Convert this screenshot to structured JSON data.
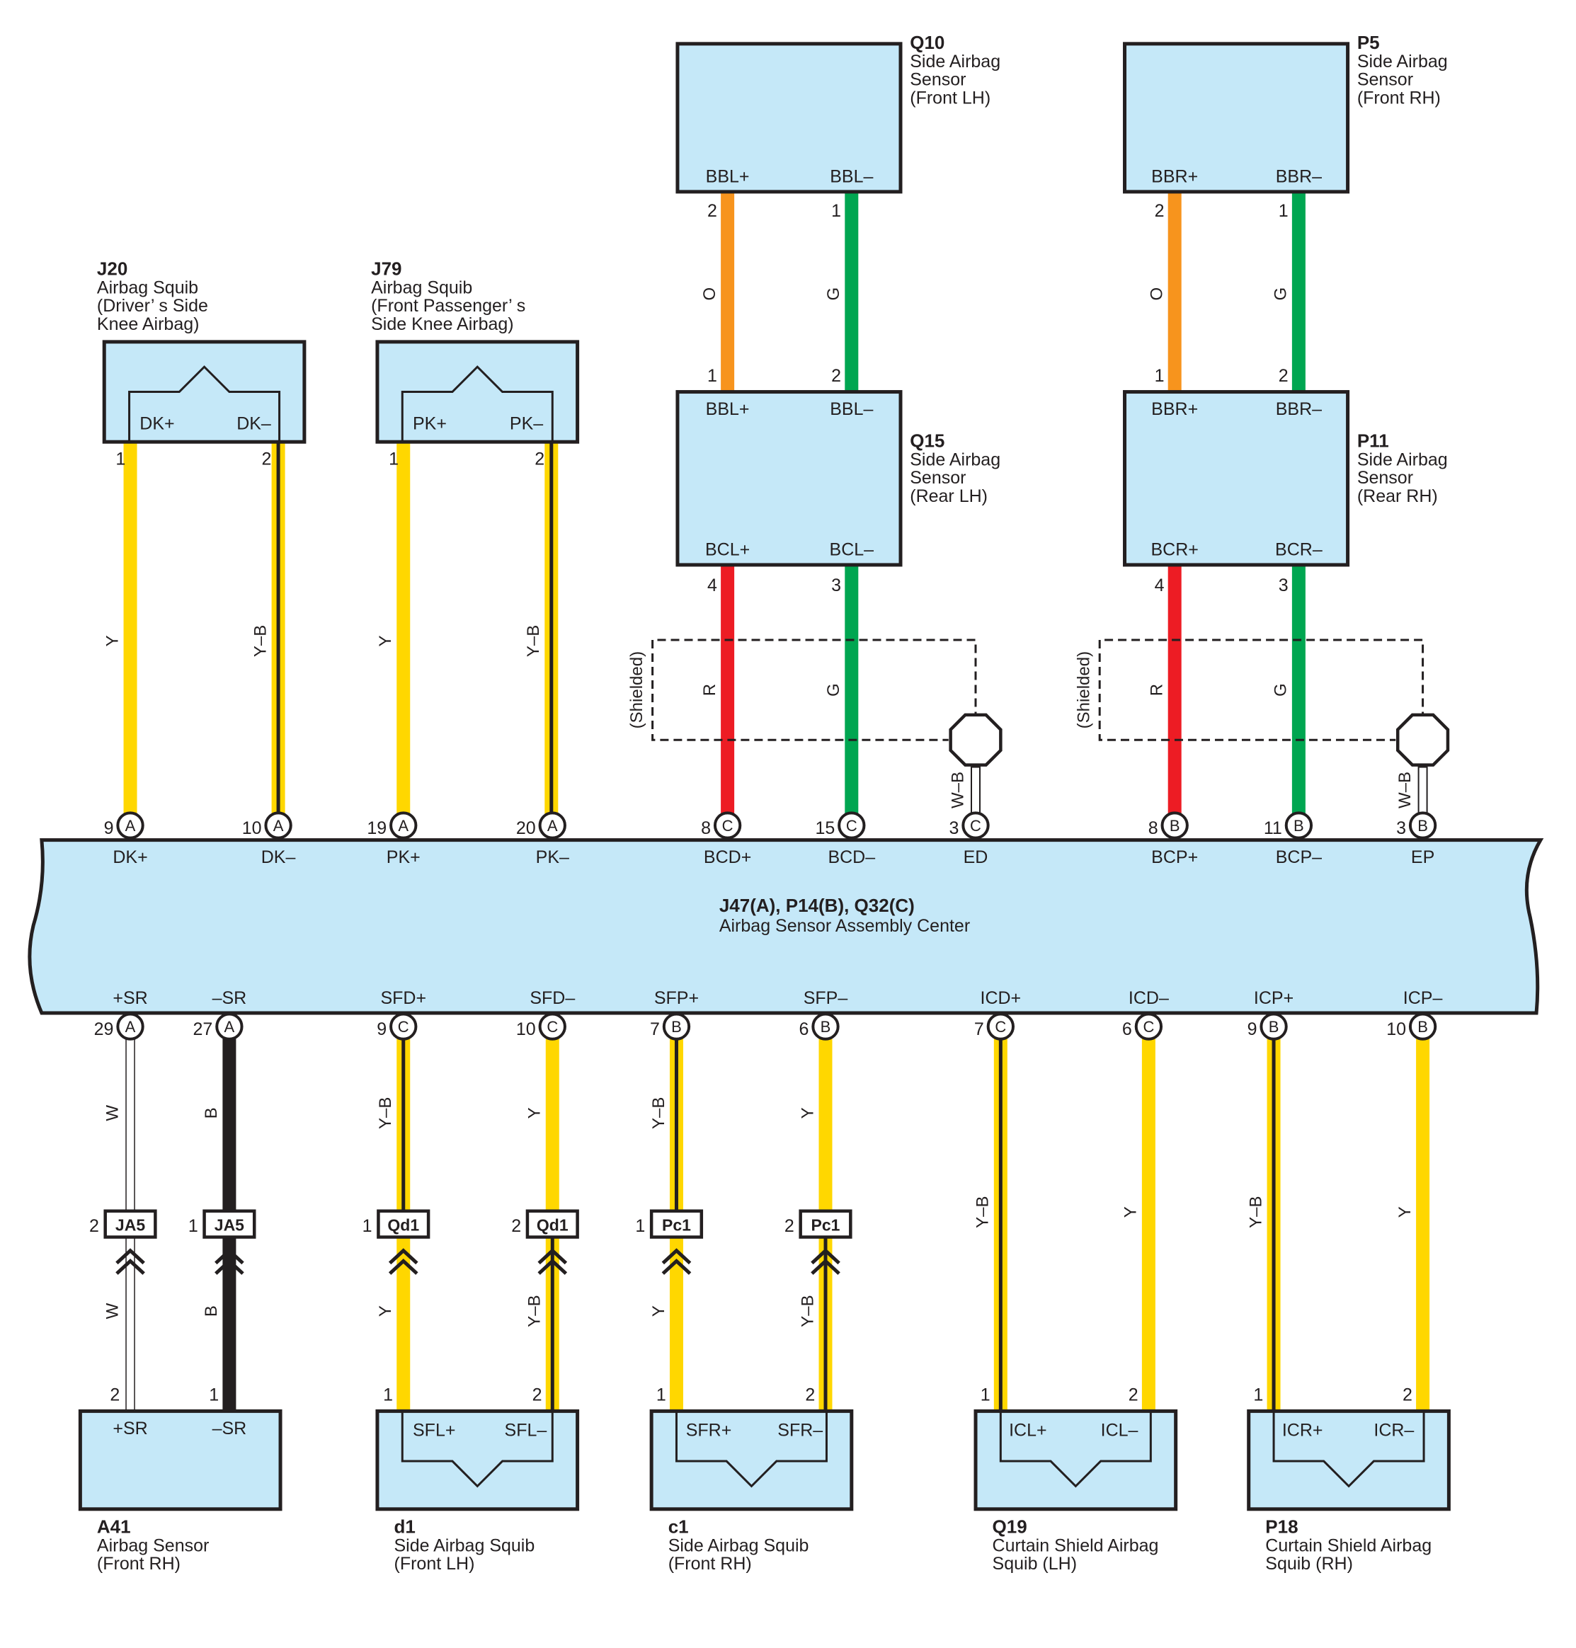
{
  "colors": {
    "Y": "#ffd700",
    "B": "#231f20",
    "W": "#ffffff",
    "O": "#f7941d",
    "G": "#00a651",
    "R": "#ed1c24",
    "block_fill": "#c5e8f8",
    "outline": "#231f20"
  },
  "center_unit": {
    "id": "J47(A), P14(B), Q32(C)",
    "name": "Airbag Sensor Assembly Center"
  },
  "connectors": {
    "J20": {
      "id": "J20",
      "desc": [
        "Airbag Squib",
        "(Driver’ s Side",
        " Knee Airbag)"
      ],
      "terminals": [
        "DK+",
        "DK–"
      ]
    },
    "J79": {
      "id": "J79",
      "desc": [
        "Airbag Squib",
        "(Front Passenger’ s",
        " Side Knee Airbag)"
      ],
      "terminals": [
        "PK+",
        "PK–"
      ]
    },
    "Q10": {
      "id": "Q10",
      "desc": [
        "Side Airbag",
        "Sensor",
        "(Front LH)"
      ],
      "terminals": [
        "BBL+",
        "BBL–"
      ]
    },
    "P5": {
      "id": "P5",
      "desc": [
        "Side Airbag",
        "Sensor",
        "(Front RH)"
      ],
      "terminals": [
        "BBR+",
        "BBR–"
      ]
    },
    "Q15": {
      "id": "Q15",
      "desc": [
        "Side Airbag",
        "Sensor",
        "(Rear LH)"
      ],
      "terminals": [
        "BBL+",
        "BBL–",
        "BCL+",
        "BCL–"
      ]
    },
    "P11": {
      "id": "P11",
      "desc": [
        "Side Airbag",
        "Sensor",
        "(Rear RH)"
      ],
      "terminals": [
        "BBR+",
        "BBR–",
        "BCR+",
        "BCR–"
      ]
    },
    "A41": {
      "id": "A41",
      "desc": [
        "Airbag Sensor",
        "(Front RH)"
      ],
      "terminals": [
        "+SR",
        "–SR"
      ]
    },
    "d1": {
      "id": "d1",
      "desc": [
        "Side Airbag Squib",
        "(Front LH)"
      ],
      "terminals": [
        "SFL+",
        "SFL–"
      ]
    },
    "c1": {
      "id": "c1",
      "desc": [
        "Side Airbag Squib",
        "(Front RH)"
      ],
      "terminals": [
        "SFR+",
        "SFR–"
      ]
    },
    "Q19": {
      "id": "Q19",
      "desc": [
        "Curtain Shield Airbag",
        "Squib (LH)"
      ],
      "terminals": [
        "ICL+",
        "ICL–"
      ]
    },
    "P18": {
      "id": "P18",
      "desc": [
        "Curtain Shield Airbag",
        "Squib (RH)"
      ],
      "terminals": [
        "ICR+",
        "ICR–"
      ]
    }
  },
  "center_top_terminals": [
    {
      "name": "DK+",
      "pin": "9",
      "conn": "A"
    },
    {
      "name": "DK–",
      "pin": "10",
      "conn": "A"
    },
    {
      "name": "PK+",
      "pin": "19",
      "conn": "A"
    },
    {
      "name": "PK–",
      "pin": "20",
      "conn": "A"
    },
    {
      "name": "BCD+",
      "pin": "8",
      "conn": "C"
    },
    {
      "name": "BCD–",
      "pin": "15",
      "conn": "C"
    },
    {
      "name": "ED",
      "pin": "3",
      "conn": "C"
    },
    {
      "name": "BCP+",
      "pin": "8",
      "conn": "B"
    },
    {
      "name": "BCP–",
      "pin": "11",
      "conn": "B"
    },
    {
      "name": "EP",
      "pin": "3",
      "conn": "B"
    }
  ],
  "center_bottom_terminals": [
    {
      "name": "+SR",
      "pin": "29",
      "conn": "A"
    },
    {
      "name": "–SR",
      "pin": "27",
      "conn": "A"
    },
    {
      "name": "SFD+",
      "pin": "9",
      "conn": "C"
    },
    {
      "name": "SFD–",
      "pin": "10",
      "conn": "C"
    },
    {
      "name": "SFP+",
      "pin": "7",
      "conn": "B"
    },
    {
      "name": "SFP–",
      "pin": "6",
      "conn": "B"
    },
    {
      "name": "ICD+",
      "pin": "7",
      "conn": "C"
    },
    {
      "name": "ICD–",
      "pin": "6",
      "conn": "C"
    },
    {
      "name": "ICP+",
      "pin": "9",
      "conn": "B"
    },
    {
      "name": "ICP–",
      "pin": "10",
      "conn": "B"
    }
  ],
  "device_pins": {
    "J20": [
      "1",
      "2"
    ],
    "J79": [
      "1",
      "2"
    ],
    "Q10": [
      "2",
      "1"
    ],
    "P5": [
      "2",
      "1"
    ],
    "Q15_top": [
      "1",
      "2"
    ],
    "Q15_bottom": [
      "4",
      "3"
    ],
    "P11_top": [
      "1",
      "2"
    ],
    "P11_bottom": [
      "4",
      "3"
    ],
    "A41": [
      "2",
      "1"
    ],
    "d1": [
      "1",
      "2"
    ],
    "c1": [
      "1",
      "2"
    ],
    "Q19": [
      "1",
      "2"
    ],
    "P18": [
      "1",
      "2"
    ]
  },
  "wire_colors_upper": {
    "J20": [
      "Y",
      "Y–B"
    ],
    "J79": [
      "Y",
      "Y–B"
    ],
    "front_lh": [
      "O",
      "G"
    ],
    "front_rh": [
      "O",
      "G"
    ],
    "rear_lh": [
      "R",
      "G"
    ],
    "rear_rh": [
      "R",
      "G"
    ],
    "drain_lh": "W–B",
    "drain_rh": "W–B"
  },
  "wire_colors_lower_upper_span": {
    "A41": [
      "W",
      "B"
    ],
    "d1": [
      "Y–B",
      "Y"
    ],
    "c1": [
      "Y–B",
      "Y"
    ]
  },
  "wire_colors_lower_lower_span": {
    "A41": [
      "W",
      "B"
    ],
    "d1": [
      "Y",
      "Y–B"
    ],
    "c1": [
      "Y",
      "Y–B"
    ]
  },
  "wire_colors_curtain": {
    "Q19": [
      "Y–B",
      "Y"
    ],
    "P18": [
      "Y–B",
      "Y"
    ]
  },
  "shield_label": "(Shielded)",
  "junctions": [
    {
      "label": "JA5",
      "pin": "2"
    },
    {
      "label": "JA5",
      "pin": "1"
    },
    {
      "label": "Qd1",
      "pin": "1"
    },
    {
      "label": "Qd1",
      "pin": "2"
    },
    {
      "label": "Pc1",
      "pin": "1"
    },
    {
      "label": "Pc1",
      "pin": "2"
    }
  ]
}
